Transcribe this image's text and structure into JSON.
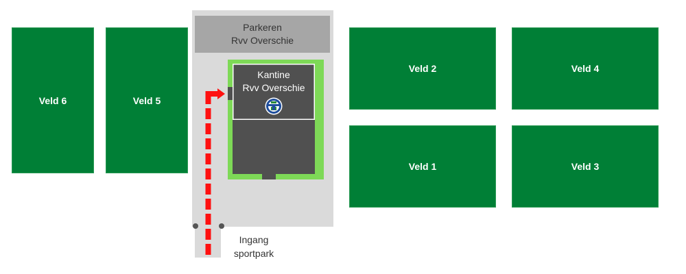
{
  "map": {
    "fields": [
      {
        "id": "veld-6",
        "label": "Veld 6"
      },
      {
        "id": "veld-5",
        "label": "Veld 5"
      },
      {
        "id": "veld-2",
        "label": "Veld 2"
      },
      {
        "id": "veld-4",
        "label": "Veld 4"
      },
      {
        "id": "veld-1",
        "label": "Veld 1"
      },
      {
        "id": "veld-3",
        "label": "Veld 3"
      }
    ],
    "parking": {
      "line1": "Parkeren",
      "line2": "Rvv Overschie"
    },
    "canteen": {
      "line1": "Kantine",
      "line2": "Rvv Overschie",
      "logo": "club-crest-icon"
    },
    "entrance": {
      "line1": "Ingang",
      "line2": "sportpark"
    },
    "route": {
      "icon": "dashed-arrow-route",
      "color": "#ff1010"
    },
    "colors": {
      "field": "#007f36",
      "lawn": "#7ed957",
      "building": "#505050",
      "paved_area": "#dadada",
      "parking": "#a6a6a6"
    }
  }
}
